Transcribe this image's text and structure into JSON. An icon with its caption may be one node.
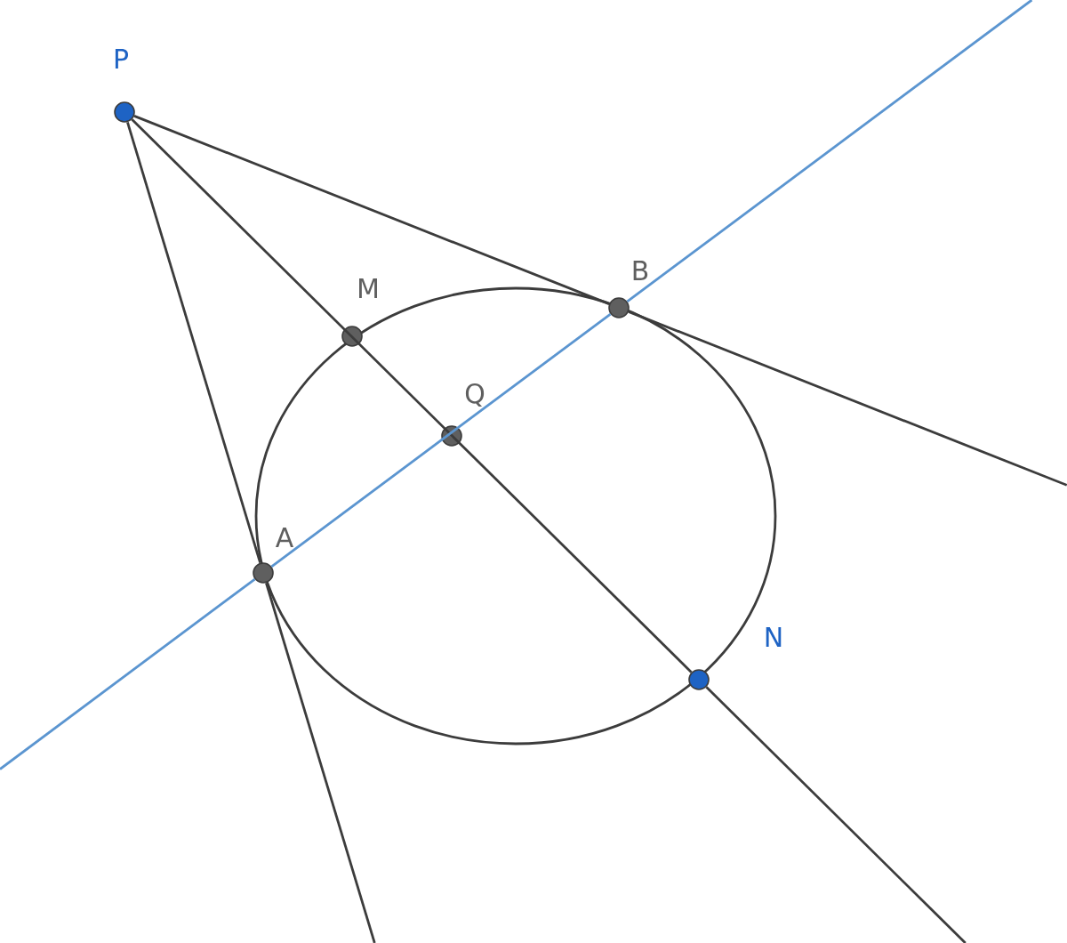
{
  "diagram": {
    "nodes": [
      {
        "text": [
          "P"
        ]
      },
      {
        "text": [
          "M"
        ]
      },
      {
        "text": [
          "B"
        ]
      },
      {
        "text": [
          "Q"
        ]
      },
      {
        "text": [
          "A"
        ]
      },
      {
        "text": [
          "N"
        ]
      }
    ],
    "edges": [
      {
        "from": 0,
        "to": 2,
        "arrow": "none"
      },
      {
        "from": 0,
        "to": 4,
        "arrow": "none"
      },
      {
        "from": 0,
        "to": 5,
        "arrow": "none"
      },
      {
        "from": 4,
        "to": 2,
        "arrow": "none",
        "color": "#5b95d0"
      }
    ]
  }
}
